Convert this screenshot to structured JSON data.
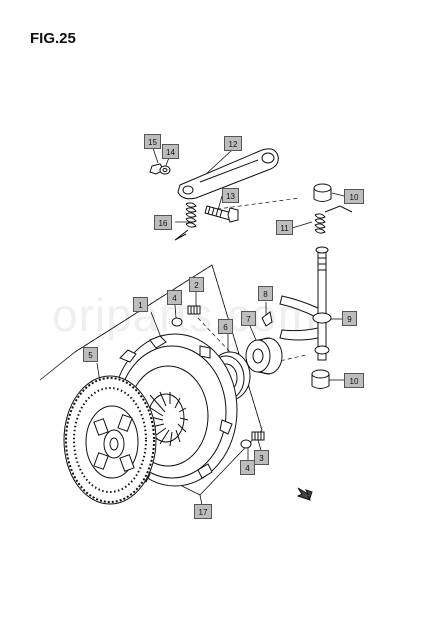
{
  "figure": {
    "title": "FIG.25",
    "watermark": "oriparts.com"
  },
  "callouts": {
    "c1": "1",
    "c2": "2",
    "c3": "3",
    "c4a": "4",
    "c4b": "4",
    "c5": "5",
    "c6": "6",
    "c7": "7",
    "c8": "8",
    "c9": "9",
    "c10a": "10",
    "c10b": "10",
    "c11": "11",
    "c12": "12",
    "c13": "13",
    "c14": "14",
    "c15": "15",
    "c16": "16",
    "c17": "17"
  }
}
